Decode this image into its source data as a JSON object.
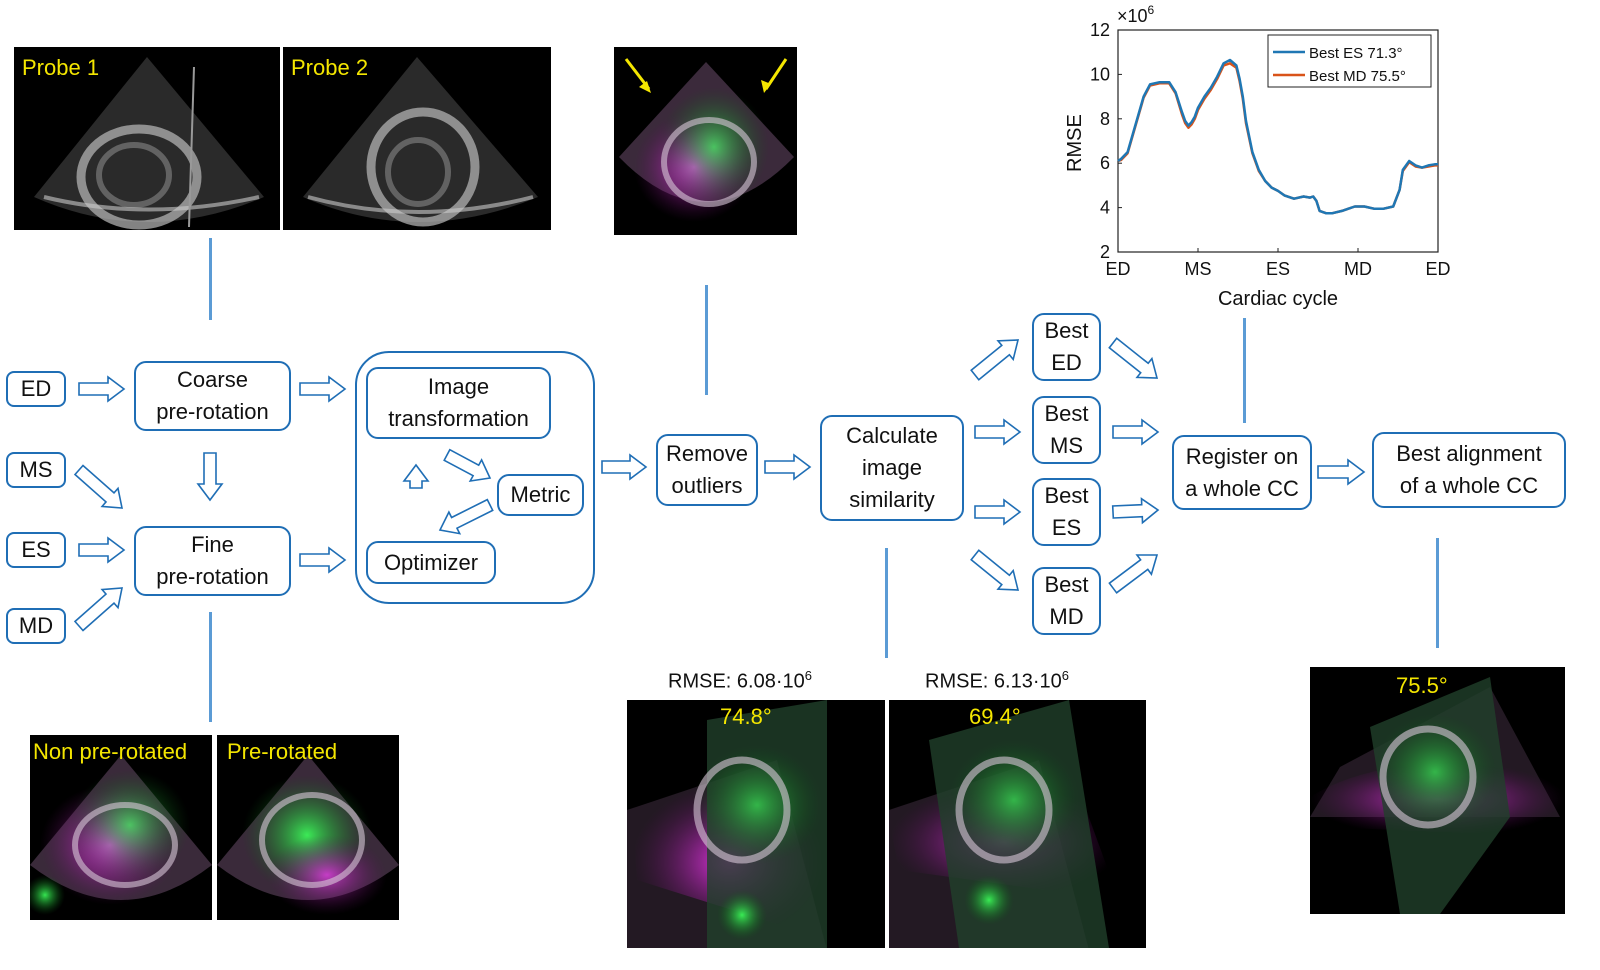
{
  "top_images": {
    "probe1_label": "Probe 1",
    "probe2_label": "Probe 2"
  },
  "bottom_left_images": {
    "non_pre_rotated_label": "Non pre-rotated",
    "pre_rotated_label": "Pre-rotated"
  },
  "phases": {
    "ed": "ED",
    "ms": "MS",
    "es": "ES",
    "md": "MD"
  },
  "boxes": {
    "coarse": "Coarse\npre-rotation",
    "fine": "Fine\npre-rotation",
    "image_transformation": "Image\ntransformation",
    "metric": "Metric",
    "optimizer": "Optimizer",
    "remove_outliers": "Remove\noutliers",
    "calculate_similarity": "Calculate\nimage\nsimilarity",
    "best_ed": "Best\nED",
    "best_ms": "Best\nMS",
    "best_es": "Best\nES",
    "best_md": "Best\nMD",
    "register": "Register on\na whole CC",
    "best_alignment": "Best alignment\nof a whole CC"
  },
  "results": {
    "rmse1_prefix": "RMSE: 6.08·10",
    "rmse1_exp": "6",
    "angle1": "74.8°",
    "rmse2_prefix": "RMSE: 6.13·10",
    "rmse2_exp": "6",
    "angle2": "69.4°",
    "final_angle": "75.5°"
  },
  "colors": {
    "box_border": "#1f6eb5",
    "connector": "#5b9bd5",
    "label_yellow": "#f4e600",
    "series_es": "#1f77b4",
    "series_md": "#d95319"
  },
  "chart_data": {
    "type": "line",
    "xlabel": "Cardiac cycle",
    "ylabel": "RMSE",
    "y_multiplier": "×10",
    "y_multiplier_exp": "6",
    "x_ticks": [
      "ED",
      "MS",
      "ES",
      "MD",
      "ED"
    ],
    "y_ticks": [
      2,
      4,
      6,
      8,
      10,
      12
    ],
    "ylim": [
      2,
      12
    ],
    "xlim": [
      0,
      1
    ],
    "legend_position": "top-right",
    "grid": false,
    "series": [
      {
        "name": "Best ES 71.3°",
        "color": "#1f77b4",
        "x": [
          0,
          0.01,
          0.03,
          0.06,
          0.08,
          0.1,
          0.13,
          0.16,
          0.18,
          0.2,
          0.21,
          0.22,
          0.23,
          0.24,
          0.25,
          0.27,
          0.29,
          0.31,
          0.33,
          0.35,
          0.37,
          0.38,
          0.39,
          0.4,
          0.42,
          0.44,
          0.46,
          0.48,
          0.5,
          0.52,
          0.55,
          0.58,
          0.6,
          0.61,
          0.62,
          0.63,
          0.65,
          0.67,
          0.7,
          0.72,
          0.74,
          0.77,
          0.8,
          0.83,
          0.86,
          0.88,
          0.89,
          0.91,
          0.93,
          0.95,
          0.97,
          0.99,
          1.0
        ],
        "y": [
          6.1,
          6.2,
          6.5,
          8.0,
          9.0,
          9.55,
          9.65,
          9.65,
          9.2,
          8.3,
          7.9,
          7.7,
          7.85,
          8.1,
          8.5,
          9.0,
          9.4,
          9.9,
          10.5,
          10.65,
          10.4,
          9.8,
          9.0,
          7.9,
          6.5,
          5.7,
          5.2,
          4.9,
          4.75,
          4.55,
          4.4,
          4.5,
          4.45,
          4.5,
          4.3,
          3.85,
          3.75,
          3.75,
          3.85,
          3.95,
          4.05,
          4.05,
          3.95,
          3.95,
          4.05,
          4.8,
          5.7,
          6.1,
          5.9,
          5.8,
          5.9,
          5.95,
          5.95
        ]
      },
      {
        "name": "Best MD 75.5°",
        "color": "#d95319",
        "x": [
          0,
          0.01,
          0.03,
          0.06,
          0.08,
          0.1,
          0.13,
          0.16,
          0.18,
          0.2,
          0.21,
          0.22,
          0.23,
          0.24,
          0.25,
          0.27,
          0.29,
          0.31,
          0.33,
          0.35,
          0.37,
          0.38,
          0.39,
          0.4,
          0.42,
          0.44,
          0.46,
          0.48,
          0.5,
          0.52,
          0.55,
          0.58,
          0.6,
          0.61,
          0.62,
          0.63,
          0.65,
          0.67,
          0.7,
          0.72,
          0.74,
          0.77,
          0.8,
          0.83,
          0.86,
          0.88,
          0.89,
          0.91,
          0.93,
          0.95,
          0.97,
          0.99,
          1.0
        ],
        "y": [
          6.1,
          6.15,
          6.45,
          7.95,
          8.95,
          9.5,
          9.6,
          9.6,
          9.15,
          8.2,
          7.8,
          7.6,
          7.75,
          8.0,
          8.4,
          8.9,
          9.3,
          9.8,
          10.4,
          10.5,
          10.3,
          9.7,
          8.9,
          7.8,
          6.45,
          5.65,
          5.2,
          4.9,
          4.75,
          4.55,
          4.4,
          4.5,
          4.45,
          4.5,
          4.3,
          3.85,
          3.75,
          3.75,
          3.85,
          3.95,
          4.05,
          4.05,
          3.95,
          3.95,
          4.05,
          4.8,
          5.65,
          6.05,
          5.85,
          5.8,
          5.85,
          5.9,
          5.9
        ]
      }
    ]
  }
}
